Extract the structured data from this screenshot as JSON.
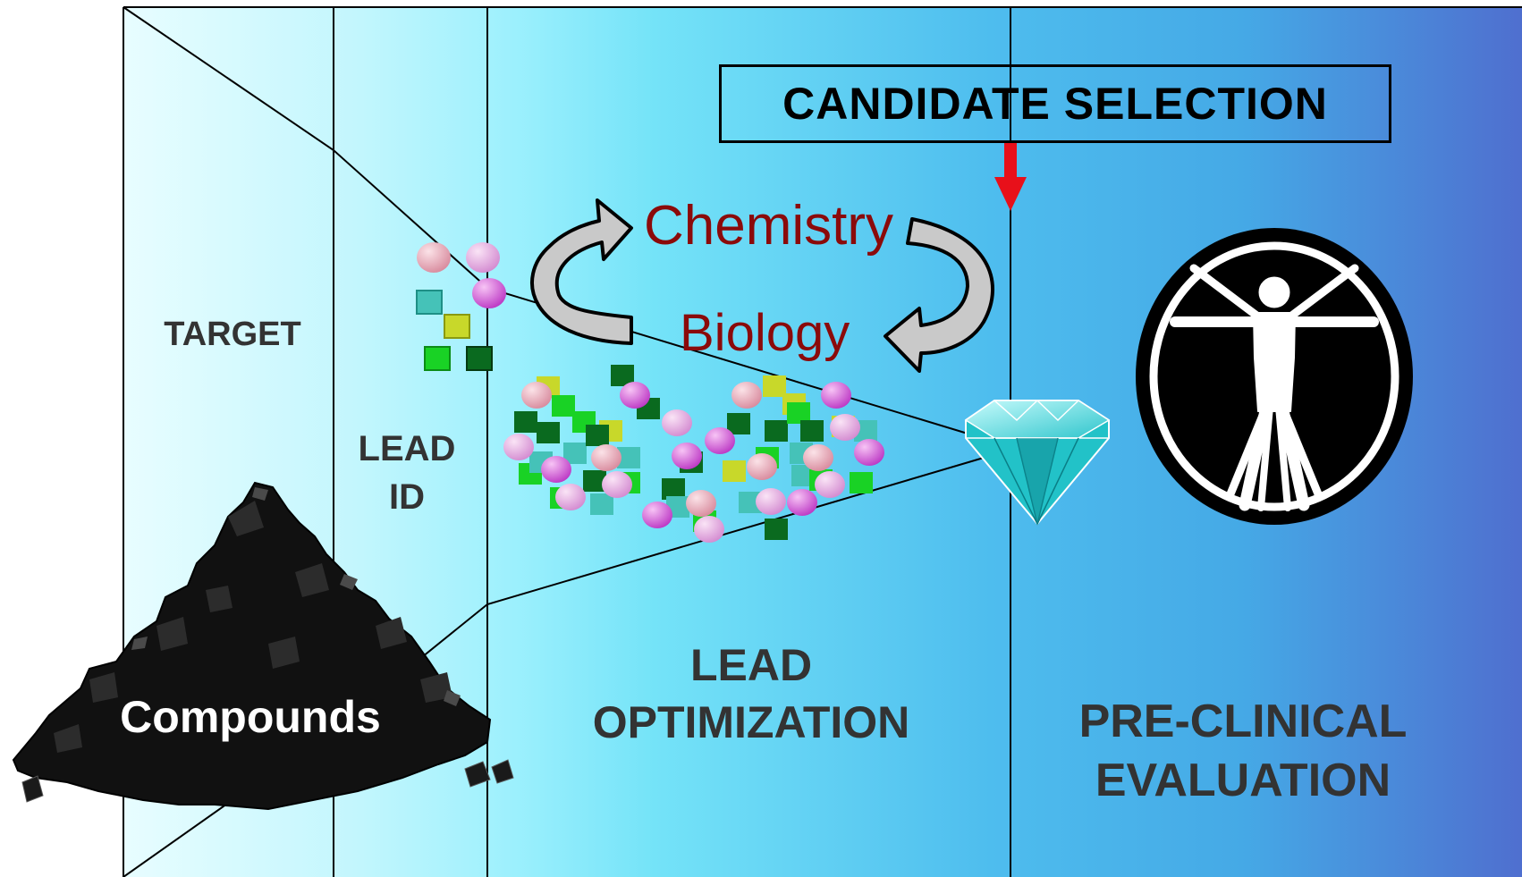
{
  "stages": {
    "target": "TARGET",
    "lead_id_line1": "LEAD",
    "lead_id_line2": "ID",
    "lead_opt_line1": "LEAD",
    "lead_opt_line2": "OPTIMIZATION",
    "preclinical_line1": "PRE-CLINICAL",
    "preclinical_line2": "EVALUATION"
  },
  "candidate_selection": "CANDIDATE SELECTION",
  "cycle": {
    "top": "Chemistry",
    "bottom": "Biology"
  },
  "pile_label": "Compounds",
  "colors": {
    "gradient_start": "#e6fdff",
    "gradient_mid": "#74e4f8",
    "gradient_end": "#4f6fcf",
    "arrow_red": "#e8101a",
    "cycle_text": "#8b0a0a",
    "stage_text": "#333333",
    "diamond": "#22c2c8",
    "pink_sphere": "#e8a9b8",
    "magenta_sphere": "#d24fd4",
    "green_cube": "#1fbf2f",
    "dark_green_cube": "#0a6a1f",
    "yellow_cube": "#c8d82a",
    "teal_cube": "#45c2b8"
  },
  "icons": [
    "diamond-icon",
    "vitruvian-man-icon",
    "compound-pile-icon",
    "cycle-arrow-icon"
  ]
}
